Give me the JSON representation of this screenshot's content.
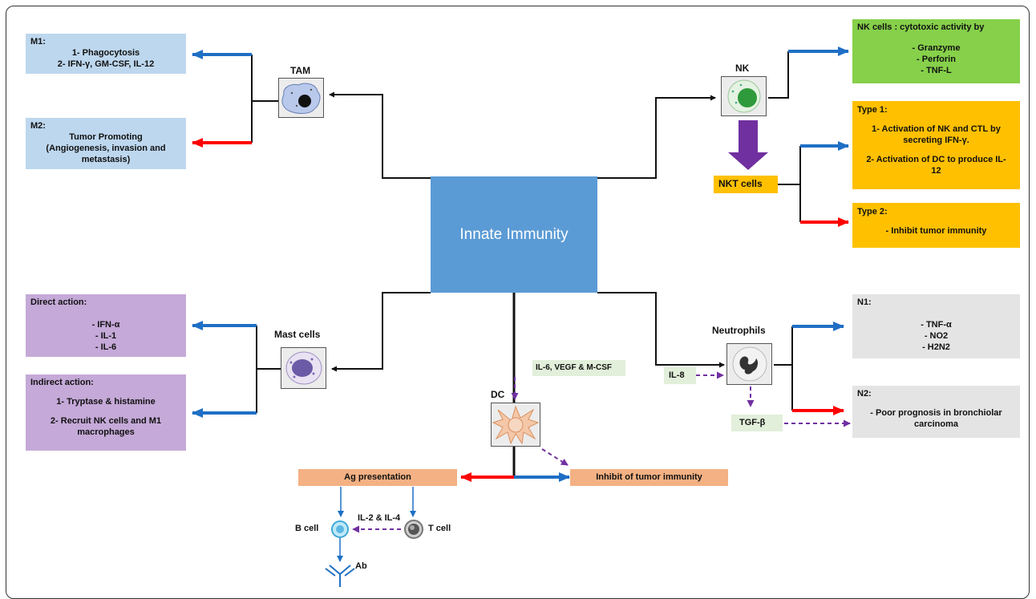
{
  "center": {
    "title": "Innate Immunity"
  },
  "tam": {
    "label": "TAM",
    "m1": {
      "heading": "M1:",
      "lines": [
        "1- Phagocytosis",
        "2-  IFN-γ, GM-CSF, IL-12"
      ]
    },
    "m2": {
      "heading": "M2:",
      "lines": [
        "Tumor Promoting",
        "(Angiogenesis, invasion and",
        "metastasis)"
      ]
    }
  },
  "nk": {
    "label": "NK",
    "box": {
      "heading": "NK cells : cytotoxic activity by",
      "lines": [
        "- Granzyme",
        "- Perforin",
        "-  TNF-L"
      ]
    }
  },
  "nkt": {
    "label": "NKT cells",
    "type1": {
      "heading": "Type 1:",
      "lines": [
        "1- Activation of NK and CTL by",
        "secreting IFN-γ.",
        "2- Activation of DC to produce IL-",
        "12"
      ]
    },
    "type2": {
      "heading": "Type 2:",
      "lines": [
        "- Inhibit tumor immunity"
      ]
    }
  },
  "mast": {
    "label": "Mast cells",
    "direct": {
      "heading": "Direct action:",
      "lines": [
        "- IFN-α",
        "- IL-1",
        "- IL-6"
      ]
    },
    "indirect": {
      "heading": "Indirect  action:",
      "lines": [
        "1- Tryptase & histamine",
        "2- Recruit NK cells and M1",
        "macrophages"
      ]
    }
  },
  "neutrophils": {
    "label": "Neutrophils",
    "n1": {
      "heading": "N1:",
      "lines": [
        "- TNF-α",
        "- NO2",
        "- H2N2"
      ]
    },
    "n2": {
      "heading": "N2:",
      "lines": [
        "- Poor prognosis in bronchiolar",
        "carcinoma"
      ]
    },
    "il8": "IL-8",
    "tgfb": "TGF-β"
  },
  "dc": {
    "label": "DC",
    "factors": "IL-6, VEGF & M-CSF",
    "ag": "Ag presentation",
    "inhibit": "Inhibit of tumor immunity",
    "bcell": "B cell",
    "tcell": "T cell",
    "il24": "IL-2 & IL-4",
    "ab": "Ab"
  },
  "colors": {
    "blue_arrow": "#1f6fc5",
    "red_arrow": "#ff0000",
    "purple_arrow": "#7030a0",
    "center": "#5b9bd5"
  }
}
